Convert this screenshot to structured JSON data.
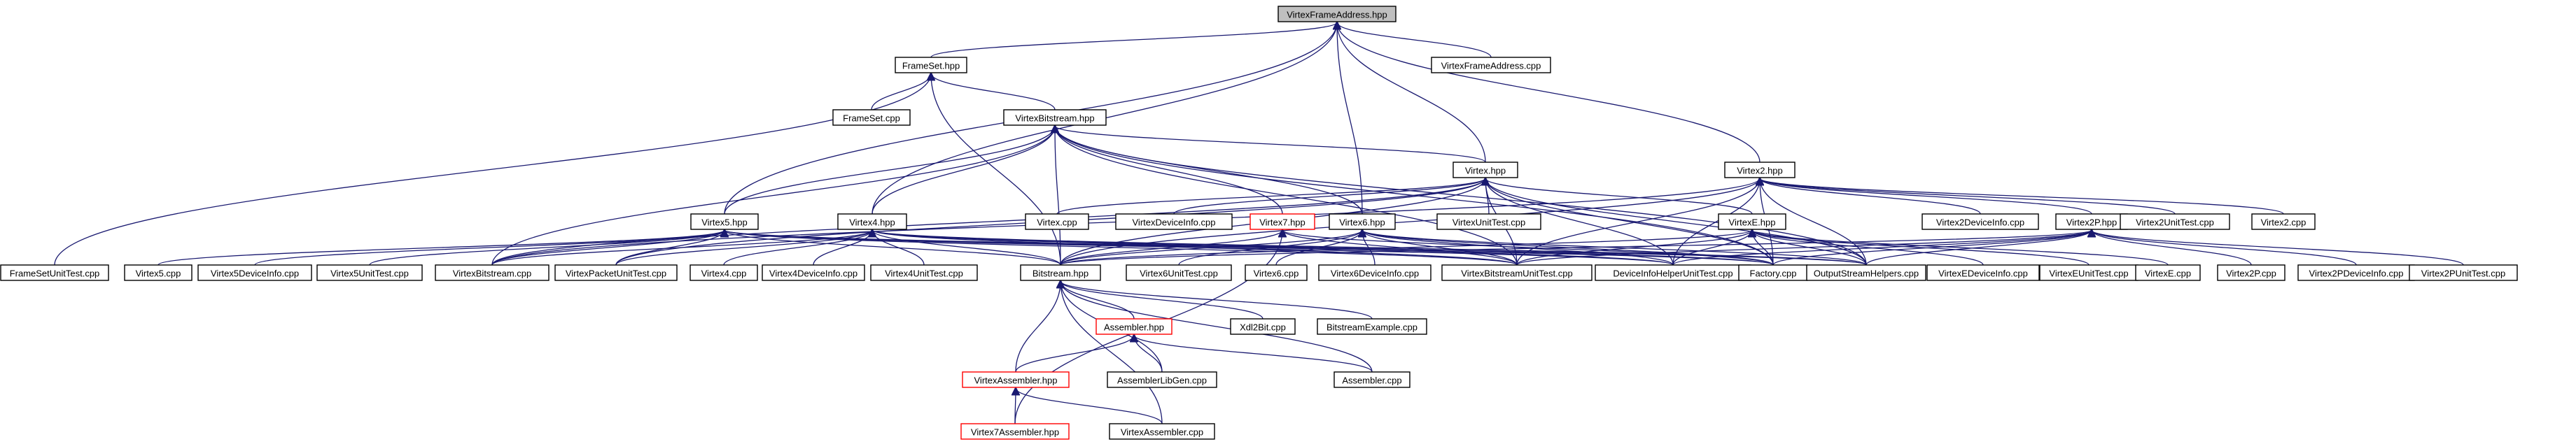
{
  "diagram": {
    "nodes": [
      {
        "id": "vfa",
        "label": "VirtexFrameAddress.hpp",
        "style": "root"
      },
      {
        "id": "frameset_hpp",
        "label": "FrameSet.hpp",
        "style": "normal"
      },
      {
        "id": "vfa_cpp",
        "label": "VirtexFrameAddress.cpp",
        "style": "normal"
      },
      {
        "id": "frameset_cpp",
        "label": "FrameSet.cpp",
        "style": "normal"
      },
      {
        "id": "vbit_hpp",
        "label": "VirtexBitstream.hpp",
        "style": "normal"
      },
      {
        "id": "virtex_hpp",
        "label": "Virtex.hpp",
        "style": "normal"
      },
      {
        "id": "virtex2_hpp",
        "label": "Virtex2.hpp",
        "style": "normal"
      },
      {
        "id": "virtex5_hpp",
        "label": "Virtex5.hpp",
        "style": "normal"
      },
      {
        "id": "virtex4_hpp",
        "label": "Virtex4.hpp",
        "style": "normal"
      },
      {
        "id": "virtex_cpp",
        "label": "Virtex.cpp",
        "style": "normal"
      },
      {
        "id": "vdevinfo_cpp",
        "label": "VirtexDeviceInfo.cpp",
        "style": "normal"
      },
      {
        "id": "virtex7_hpp",
        "label": "Virtex7.hpp",
        "style": "red"
      },
      {
        "id": "virtex6_hpp",
        "label": "Virtex6.hpp",
        "style": "normal"
      },
      {
        "id": "vunittest_cpp",
        "label": "VirtexUnitTest.cpp",
        "style": "normal"
      },
      {
        "id": "virtexe_hpp",
        "label": "VirtexE.hpp",
        "style": "normal"
      },
      {
        "id": "v2devinfo_cpp",
        "label": "Virtex2DeviceInfo.cpp",
        "style": "normal"
      },
      {
        "id": "virtex2p_hpp",
        "label": "Virtex2P.hpp",
        "style": "normal"
      },
      {
        "id": "v2unittest_cpp",
        "label": "Virtex2UnitTest.cpp",
        "style": "normal"
      },
      {
        "id": "virtex2_cpp",
        "label": "Virtex2.cpp",
        "style": "normal"
      },
      {
        "id": "fsunittest_cpp",
        "label": "FrameSetUnitTest.cpp",
        "style": "normal"
      },
      {
        "id": "virtex5_cpp",
        "label": "Virtex5.cpp",
        "style": "normal"
      },
      {
        "id": "v5devinfo_cpp",
        "label": "Virtex5DeviceInfo.cpp",
        "style": "normal"
      },
      {
        "id": "v5unittest_cpp",
        "label": "Virtex5UnitTest.cpp",
        "style": "normal"
      },
      {
        "id": "vbit_cpp",
        "label": "VirtexBitstream.cpp",
        "style": "normal"
      },
      {
        "id": "vpkt_cpp",
        "label": "VirtexPacketUnitTest.cpp",
        "style": "normal"
      },
      {
        "id": "virtex4_cpp",
        "label": "Virtex4.cpp",
        "style": "normal"
      },
      {
        "id": "v4devinfo_cpp",
        "label": "Virtex4DeviceInfo.cpp",
        "style": "normal"
      },
      {
        "id": "v4unittest_cpp",
        "label": "Virtex4UnitTest.cpp",
        "style": "normal"
      },
      {
        "id": "bitstream_hpp",
        "label": "Bitstream.hpp",
        "style": "normal"
      },
      {
        "id": "v6unittest_cpp",
        "label": "Virtex6UnitTest.cpp",
        "style": "normal"
      },
      {
        "id": "virtex6_cpp",
        "label": "Virtex6.cpp",
        "style": "normal"
      },
      {
        "id": "v6devinfo_cpp",
        "label": "Virtex6DeviceInfo.cpp",
        "style": "normal"
      },
      {
        "id": "vbitunit_cpp",
        "label": "VirtexBitstreamUnitTest.cpp",
        "style": "normal"
      },
      {
        "id": "devhelper_cpp",
        "label": "DeviceInfoHelperUnitTest.cpp",
        "style": "normal"
      },
      {
        "id": "factory_cpp",
        "label": "Factory.cpp",
        "style": "normal"
      },
      {
        "id": "osh_cpp",
        "label": "OutputStreamHelpers.cpp",
        "style": "normal"
      },
      {
        "id": "vedevinfo_cpp",
        "label": "VirtexEDeviceInfo.cpp",
        "style": "normal"
      },
      {
        "id": "veunittest_cpp",
        "label": "VirtexEUnitTest.cpp",
        "style": "normal"
      },
      {
        "id": "virtexe_cpp",
        "label": "VirtexE.cpp",
        "style": "normal"
      },
      {
        "id": "virtex2p_cpp",
        "label": "Virtex2P.cpp",
        "style": "normal"
      },
      {
        "id": "v2pdevinfo_cpp",
        "label": "Virtex2PDeviceInfo.cpp",
        "style": "normal"
      },
      {
        "id": "v2punittest_cpp",
        "label": "Virtex2PUnitTest.cpp",
        "style": "normal"
      },
      {
        "id": "assembler_hpp",
        "label": "Assembler.hpp",
        "style": "red"
      },
      {
        "id": "xdl2bit_cpp",
        "label": "Xdl2Bit.cpp",
        "style": "normal"
      },
      {
        "id": "bitexample_cpp",
        "label": "BitstreamExample.cpp",
        "style": "normal"
      },
      {
        "id": "vassembler_hpp",
        "label": "VirtexAssembler.hpp",
        "style": "red"
      },
      {
        "id": "asmlibgen_cpp",
        "label": "AssemblerLibGen.cpp",
        "style": "normal"
      },
      {
        "id": "assembler_cpp",
        "label": "Assembler.cpp",
        "style": "normal"
      },
      {
        "id": "v7assembler_hpp",
        "label": "Virtex7Assembler.hpp",
        "style": "red"
      },
      {
        "id": "vassembler_cpp",
        "label": "VirtexAssembler.cpp",
        "style": "normal"
      }
    ],
    "edges": [
      [
        "frameset_hpp",
        "vfa"
      ],
      [
        "vfa_cpp",
        "vfa"
      ],
      [
        "virtex_hpp",
        "vfa"
      ],
      [
        "virtex2_hpp",
        "vfa"
      ],
      [
        "virtex5_hpp",
        "vfa"
      ],
      [
        "virtex4_hpp",
        "vfa"
      ],
      [
        "virtex6_hpp",
        "vfa"
      ],
      [
        "frameset_cpp",
        "frameset_hpp"
      ],
      [
        "vbit_hpp",
        "frameset_hpp"
      ],
      [
        "fsunittest_cpp",
        "frameset_hpp"
      ],
      [
        "bitstream_hpp",
        "frameset_hpp"
      ],
      [
        "virtex_hpp",
        "vbit_hpp"
      ],
      [
        "virtex5_hpp",
        "vbit_hpp"
      ],
      [
        "virtex4_hpp",
        "vbit_hpp"
      ],
      [
        "virtex7_hpp",
        "vbit_hpp"
      ],
      [
        "virtex6_hpp",
        "vbit_hpp"
      ],
      [
        "vbit_cpp",
        "vbit_hpp"
      ],
      [
        "bitstream_hpp",
        "vbit_hpp"
      ],
      [
        "vbitunit_cpp",
        "vbit_hpp"
      ],
      [
        "factory_cpp",
        "vbit_hpp"
      ],
      [
        "osh_cpp",
        "vbit_hpp"
      ],
      [
        "virtex_cpp",
        "virtex_hpp"
      ],
      [
        "vdevinfo_cpp",
        "virtex_hpp"
      ],
      [
        "vunittest_cpp",
        "virtex_hpp"
      ],
      [
        "virtexe_hpp",
        "virtex_hpp"
      ],
      [
        "vbit_cpp",
        "virtex_hpp"
      ],
      [
        "bitstream_hpp",
        "virtex_hpp"
      ],
      [
        "vbitunit_cpp",
        "virtex_hpp"
      ],
      [
        "devhelper_cpp",
        "virtex_hpp"
      ],
      [
        "factory_cpp",
        "virtex_hpp"
      ],
      [
        "osh_cpp",
        "virtex_hpp"
      ],
      [
        "vpkt_cpp",
        "virtex_hpp"
      ],
      [
        "virtex2p_hpp",
        "virtex2_hpp"
      ],
      [
        "v2devinfo_cpp",
        "virtex2_hpp"
      ],
      [
        "v2unittest_cpp",
        "virtex2_hpp"
      ],
      [
        "virtex2_cpp",
        "virtex2_hpp"
      ],
      [
        "vbit_cpp",
        "virtex2_hpp"
      ],
      [
        "bitstream_hpp",
        "virtex2_hpp"
      ],
      [
        "vbitunit_cpp",
        "virtex2_hpp"
      ],
      [
        "devhelper_cpp",
        "virtex2_hpp"
      ],
      [
        "factory_cpp",
        "virtex2_hpp"
      ],
      [
        "osh_cpp",
        "virtex2_hpp"
      ],
      [
        "virtex5_cpp",
        "virtex5_hpp"
      ],
      [
        "v5devinfo_cpp",
        "virtex5_hpp"
      ],
      [
        "v5unittest_cpp",
        "virtex5_hpp"
      ],
      [
        "vbit_cpp",
        "virtex5_hpp"
      ],
      [
        "vpkt_cpp",
        "virtex5_hpp"
      ],
      [
        "bitstream_hpp",
        "virtex5_hpp"
      ],
      [
        "vbitunit_cpp",
        "virtex5_hpp"
      ],
      [
        "devhelper_cpp",
        "virtex5_hpp"
      ],
      [
        "factory_cpp",
        "virtex5_hpp"
      ],
      [
        "osh_cpp",
        "virtex5_hpp"
      ],
      [
        "virtex4_cpp",
        "virtex4_hpp"
      ],
      [
        "v4devinfo_cpp",
        "virtex4_hpp"
      ],
      [
        "v4unittest_cpp",
        "virtex4_hpp"
      ],
      [
        "vbit_cpp",
        "virtex4_hpp"
      ],
      [
        "vpkt_cpp",
        "virtex4_hpp"
      ],
      [
        "bitstream_hpp",
        "virtex4_hpp"
      ],
      [
        "vbitunit_cpp",
        "virtex4_hpp"
      ],
      [
        "devhelper_cpp",
        "virtex4_hpp"
      ],
      [
        "factory_cpp",
        "virtex4_hpp"
      ],
      [
        "osh_cpp",
        "virtex4_hpp"
      ],
      [
        "v7assembler_hpp",
        "virtex7_hpp"
      ],
      [
        "bitstream_hpp",
        "virtex7_hpp"
      ],
      [
        "vbitunit_cpp",
        "virtex7_hpp"
      ],
      [
        "factory_cpp",
        "virtex7_hpp"
      ],
      [
        "v6unittest_cpp",
        "virtex6_hpp"
      ],
      [
        "virtex6_cpp",
        "virtex6_hpp"
      ],
      [
        "v6devinfo_cpp",
        "virtex6_hpp"
      ],
      [
        "bitstream_hpp",
        "virtex6_hpp"
      ],
      [
        "vbitunit_cpp",
        "virtex6_hpp"
      ],
      [
        "devhelper_cpp",
        "virtex6_hpp"
      ],
      [
        "factory_cpp",
        "virtex6_hpp"
      ],
      [
        "osh_cpp",
        "virtex6_hpp"
      ],
      [
        "vedevinfo_cpp",
        "virtexe_hpp"
      ],
      [
        "veunittest_cpp",
        "virtexe_hpp"
      ],
      [
        "virtexe_cpp",
        "virtexe_hpp"
      ],
      [
        "bitstream_hpp",
        "virtexe_hpp"
      ],
      [
        "vbitunit_cpp",
        "virtexe_hpp"
      ],
      [
        "devhelper_cpp",
        "virtexe_hpp"
      ],
      [
        "factory_cpp",
        "virtexe_hpp"
      ],
      [
        "osh_cpp",
        "virtexe_hpp"
      ],
      [
        "virtex2p_cpp",
        "virtex2p_hpp"
      ],
      [
        "v2pdevinfo_cpp",
        "virtex2p_hpp"
      ],
      [
        "v2punittest_cpp",
        "virtex2p_hpp"
      ],
      [
        "bitstream_hpp",
        "virtex2p_hpp"
      ],
      [
        "vbitunit_cpp",
        "virtex2p_hpp"
      ],
      [
        "devhelper_cpp",
        "virtex2p_hpp"
      ],
      [
        "factory_cpp",
        "virtex2p_hpp"
      ],
      [
        "osh_cpp",
        "virtex2p_hpp"
      ],
      [
        "assembler_hpp",
        "bitstream_hpp"
      ],
      [
        "xdl2bit_cpp",
        "bitstream_hpp"
      ],
      [
        "bitexample_cpp",
        "bitstream_hpp"
      ],
      [
        "vassembler_hpp",
        "bitstream_hpp"
      ],
      [
        "asmlibgen_cpp",
        "bitstream_hpp"
      ],
      [
        "assembler_cpp",
        "bitstream_hpp"
      ],
      [
        "vassembler_cpp",
        "bitstream_hpp"
      ],
      [
        "vassembler_hpp",
        "assembler_hpp"
      ],
      [
        "asmlibgen_cpp",
        "assembler_hpp"
      ],
      [
        "assembler_cpp",
        "assembler_hpp"
      ],
      [
        "v7assembler_hpp",
        "vassembler_hpp"
      ],
      [
        "vassembler_cpp",
        "vassembler_hpp"
      ]
    ]
  }
}
